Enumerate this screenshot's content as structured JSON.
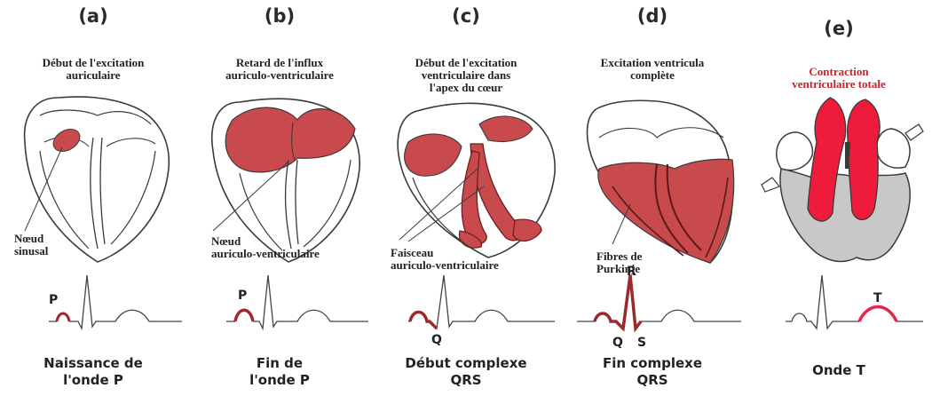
{
  "panels": [
    {
      "letter": "(a)",
      "title_line1": "Début de l'excitation",
      "title_line2": "auriculaire",
      "label_line1": "Nœud",
      "label_line2": "sinusal",
      "wave_label": "P",
      "caption_line1": "Naissance de",
      "caption_line2": "l'onde P"
    },
    {
      "letter": "(b)",
      "title_line1": "Retard de l'influx",
      "title_line2": "auriculo-ventriculaire",
      "label_line1": "Nœud",
      "label_line2": "auriculo-ventriculaire",
      "wave_label": "P",
      "caption_line1": "Fin de",
      "caption_line2": "l'onde P"
    },
    {
      "letter": "(c)",
      "title_line1": "Début de l'excitation",
      "title_line2": "ventriculaire dans",
      "title_line3": "l'apex du cœur",
      "label_line1": "Faisceau",
      "label_line2": "auriculo-ventriculaire",
      "wave_label": "Q",
      "caption_line1": "Début complexe",
      "caption_line2": "QRS"
    },
    {
      "letter": "(d)",
      "title_line1": "Excitation ventricula",
      "title_line2": "complète",
      "label_line1": "Fibres de",
      "label_line2": "Purkinje",
      "wave_q": "Q",
      "wave_r": "R",
      "wave_s": "S",
      "caption_line1": "Fin complexe",
      "caption_line2": "QRS"
    },
    {
      "letter": "(e)",
      "title_line1": "Contraction",
      "title_line2": "ventriculaire totale",
      "wave_label": "T",
      "caption_line1": "Onde T"
    }
  ],
  "colors": {
    "excited": "#c94a4c",
    "contraction": "#ee1c3a",
    "wave_highlight": "#9b2a2e",
    "t_wave": "#e8254a",
    "septum_gray": "#c8c8c8",
    "outline": "#3a3a3a"
  }
}
